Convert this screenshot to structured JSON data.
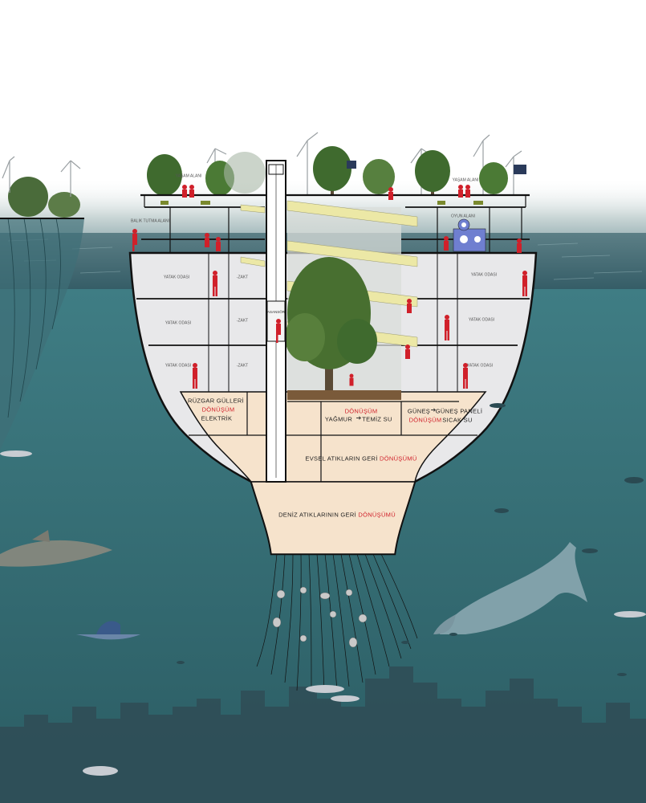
{
  "labels": {
    "fishing_area": "BALIK TUTMA ALANI",
    "rooftop_area": "YAŞAM ALANI",
    "rooftop_area_right": "YAŞAM ALANI",
    "play_area": "OYUN ALANI",
    "bedroom": "YATAK ODASI",
    "wc": "-ZAKT",
    "elevator": "ASANSÖR",
    "wind_line1": "RÜZGAR GÜLLERİ",
    "wind_line2": "DÖNÜŞÜM",
    "wind_line3": "ELEKTRİK",
    "rain_line1": "DÖNÜŞÜM",
    "rain_from": "YAĞMUR",
    "rain_to": "TEMİZ SU",
    "sun_from": "GÜNEŞ",
    "sun_to": "GÜNEŞ PANELİ",
    "sun_line2a": "DÖNÜŞÜM",
    "sun_line2b": "SICAK SU",
    "domestic_a": "EVSEL ATIKLARIN GERİ",
    "domestic_b": "DÖNÜŞÜMÜ",
    "marine_a": "DENİZ ATIKLARININ GERİ",
    "marine_b": "DÖNÜŞÜMÜ"
  },
  "colors": {
    "sea_top": "#3f7d84",
    "sea_bottom": "#2b5c63",
    "hull_outline": "#111111",
    "utility_fill": "#f6e3cc",
    "room_fill": "#e8e8ea",
    "accent_red": "#d0202a",
    "ramp_yellow": "#ece8a6",
    "tree_green": "#3f6a2e",
    "skyline": "#2f4c56"
  }
}
